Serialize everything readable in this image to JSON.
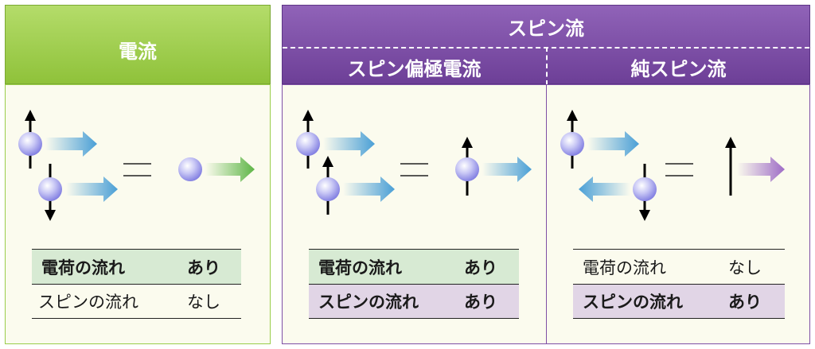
{
  "colors": {
    "green": "#9acd4a",
    "purple": "#7e4fa5",
    "panel_bg": "#fbfbee",
    "charge_row": "#d7ead3",
    "spin_row": "#e1d5e6",
    "blue_arrow": "#4a9fd6",
    "green_arrow": "#5eb547",
    "purple_arrow": "#9e6cc6"
  },
  "left": {
    "header": "電流",
    "rows": [
      {
        "label": "電荷の流れ",
        "value": "あり"
      },
      {
        "label": "スピンの流れ",
        "value": "なし"
      }
    ]
  },
  "right": {
    "header": "スピン流",
    "sub_left": {
      "header": "スピン偏極電流",
      "rows": [
        {
          "label": "電荷の流れ",
          "value": "あり"
        },
        {
          "label": "スピンの流れ",
          "value": "あり"
        }
      ]
    },
    "sub_right": {
      "header": "純スピン流",
      "rows": [
        {
          "label": "電荷の流れ",
          "value": "なし"
        },
        {
          "label": "スピンの流れ",
          "value": "あり"
        }
      ]
    }
  }
}
